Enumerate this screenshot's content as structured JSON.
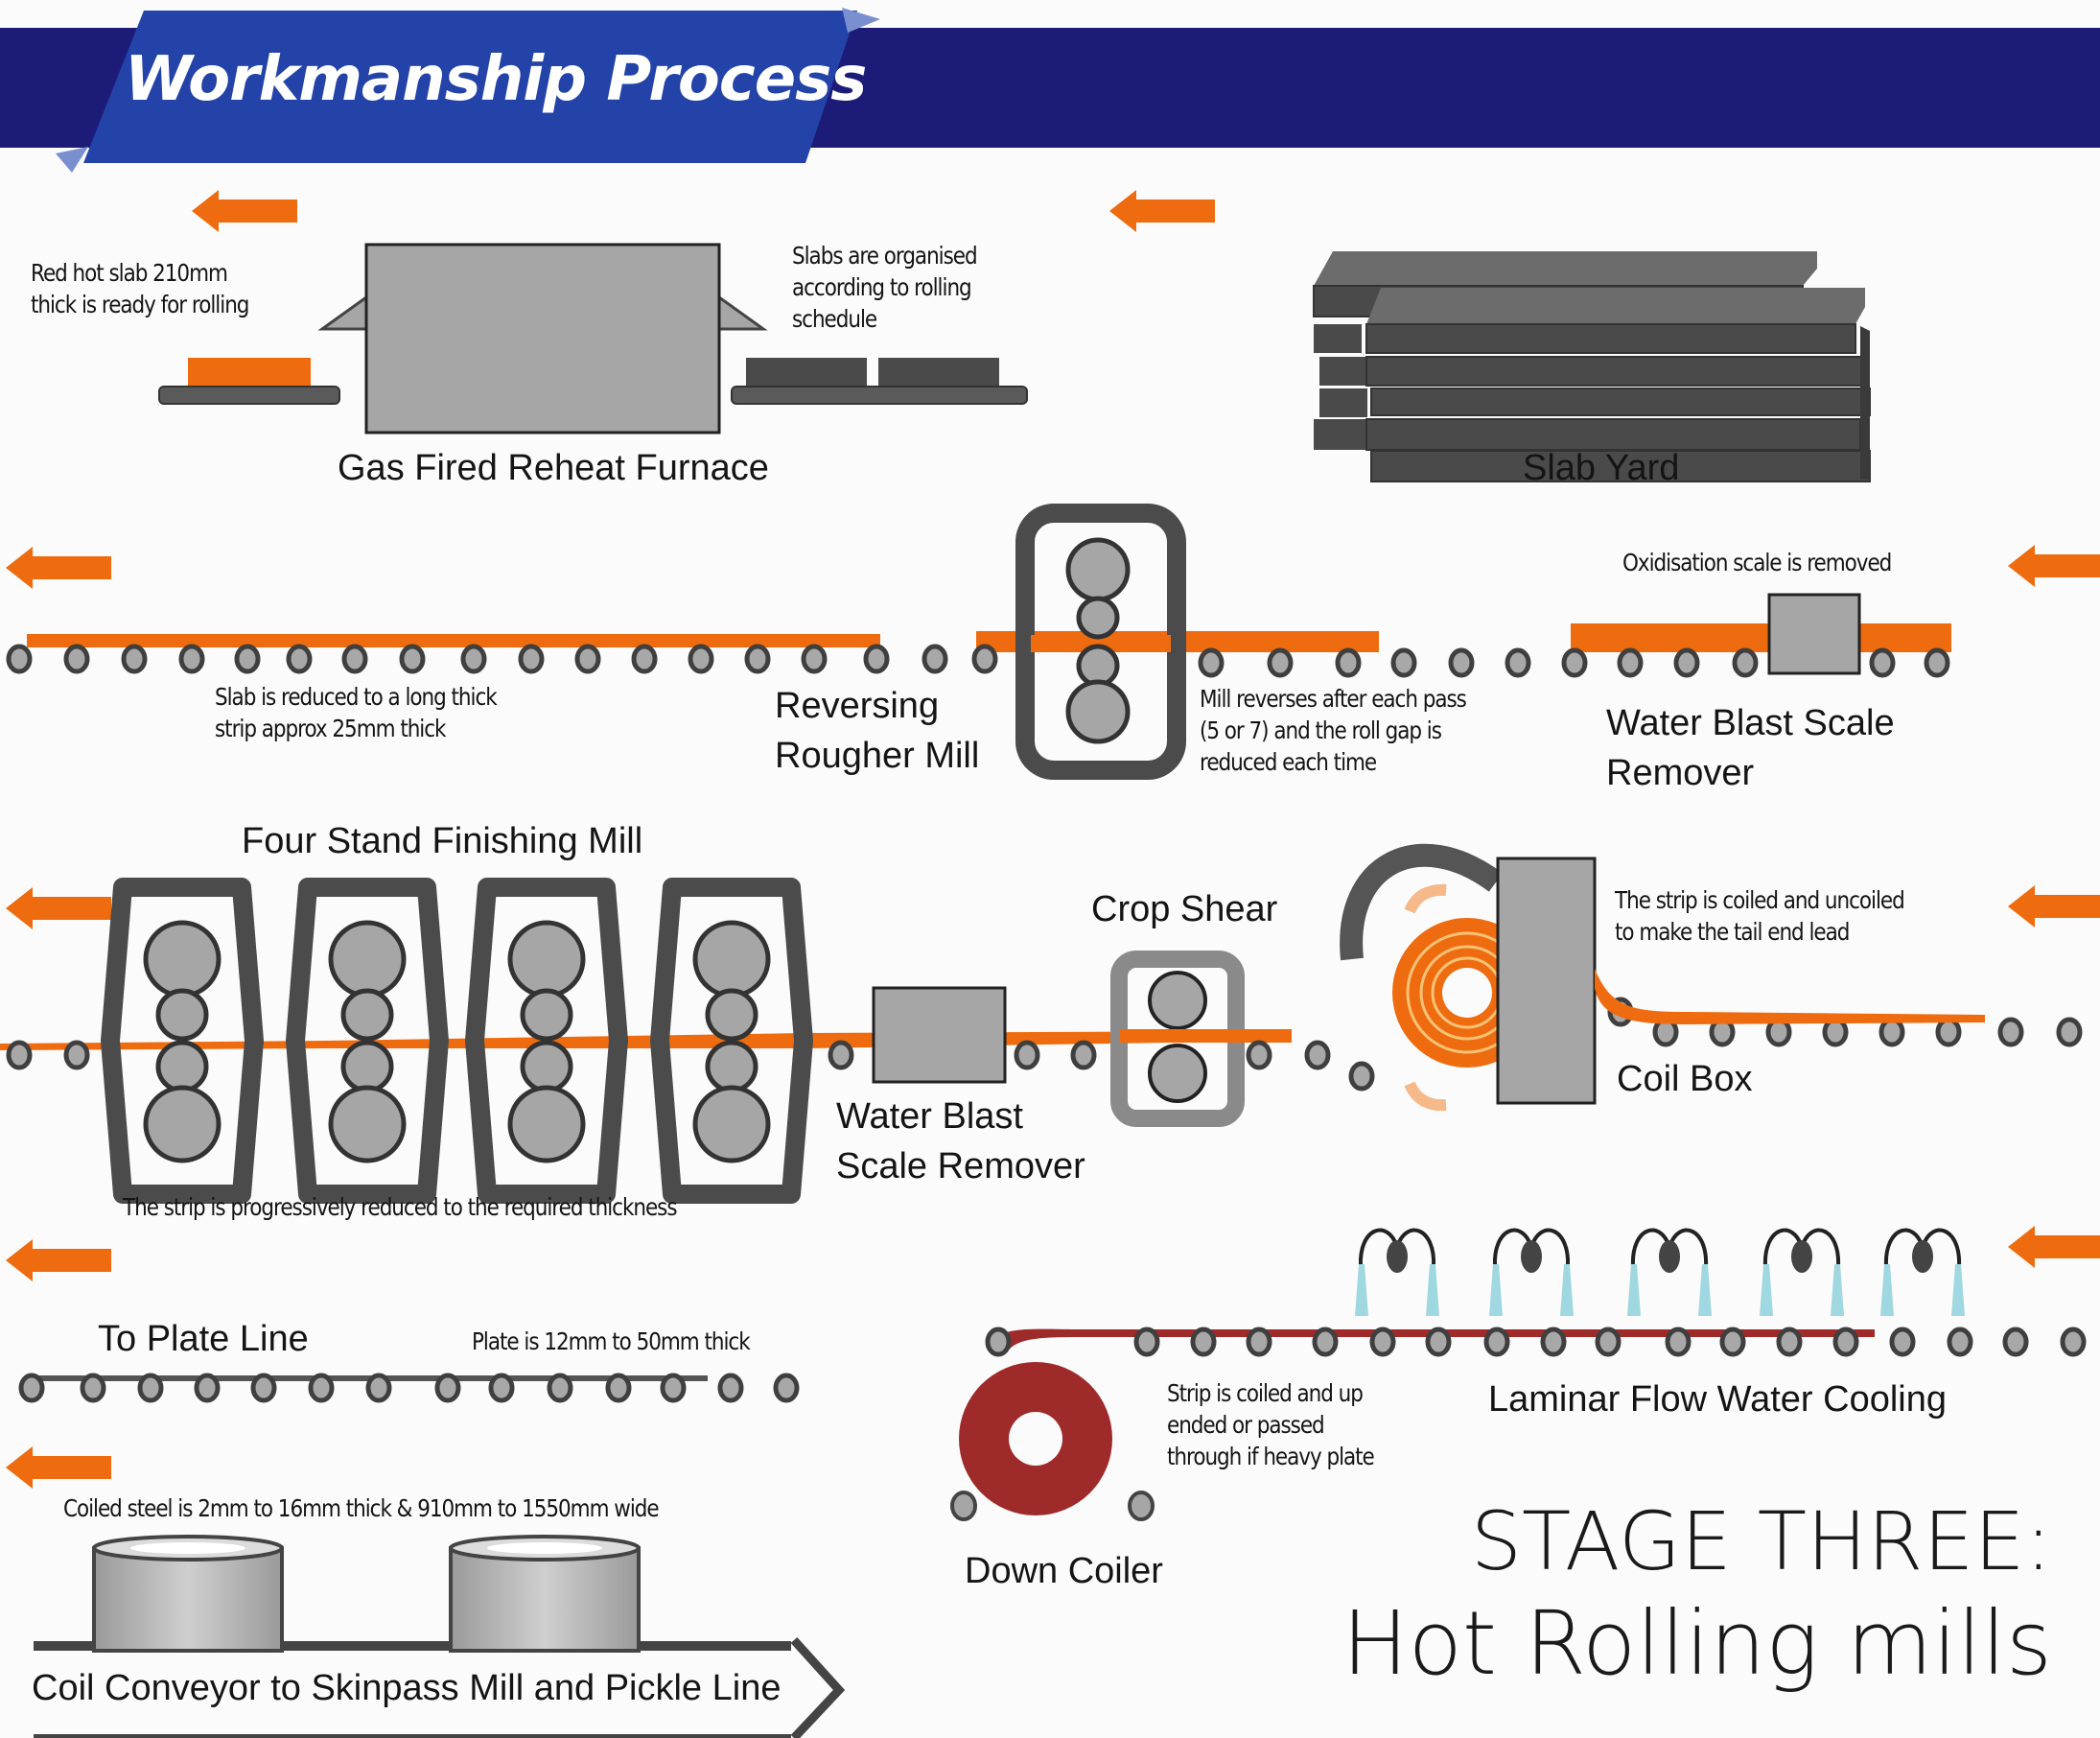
{
  "header": {
    "title": "Workmanship Process"
  },
  "colors": {
    "band": "#1c1c78",
    "panel": "#2343a8",
    "panel_corner": "#7a8fd0",
    "orange": "#ee6c0f",
    "machine_dark": "#4b4b4b",
    "machine_light": "#a6a6a6",
    "coil_red": "#9e2a2a",
    "water": "#9fd8e0"
  },
  "stations": {
    "slab_yard": "Slab Yard",
    "reheat_furnace": "Gas Fired Reheat Furnace",
    "water_blast_1": [
      "Water Blast Scale",
      "Remover"
    ],
    "rougher": [
      "Reversing",
      "Rougher Mill"
    ],
    "coil_box": "Coil Box",
    "crop_shear": "Crop Shear",
    "water_blast_2": [
      "Water Blast",
      "Scale Remover"
    ],
    "finishing_mill": "Four Stand Finishing Mill",
    "laminar": "Laminar Flow Water Cooling",
    "down_coiler": "Down Coiler",
    "plate_line": "To Plate Line",
    "coil_conveyor": "Coil Conveyor to Skinpass Mill and Pickle Line"
  },
  "notes": {
    "red_hot_slab": [
      "Red hot slab 210mm",
      "thick is ready for rolling"
    ],
    "slabs_organised": [
      "Slabs are organised",
      "according to rolling",
      "schedule"
    ],
    "oxidisation": "Oxidisation scale is removed",
    "mill_reverses": [
      "Mill reverses after each pass",
      "(5 or 7) and the roll gap is",
      "reduced each time"
    ],
    "slab_reduced": [
      "Slab is reduced to a long thick",
      "strip approx 25mm thick"
    ],
    "coiled_uncoiled": [
      "The strip is coiled and uncoiled",
      "to make the tail end lead"
    ],
    "progressively": "The strip is progressively reduced to the required thickness",
    "strip_coiled": [
      "Strip is coiled and up",
      "ended or passed",
      "through if heavy plate"
    ],
    "plate_thickness": "Plate is 12mm to 50mm thick",
    "coiled_steel": "Coiled steel is 2mm to 16mm thick & 910mm to 1550mm wide"
  },
  "stage": {
    "line1": "STAGE THREE:",
    "line2": "Hot Rolling mills"
  }
}
